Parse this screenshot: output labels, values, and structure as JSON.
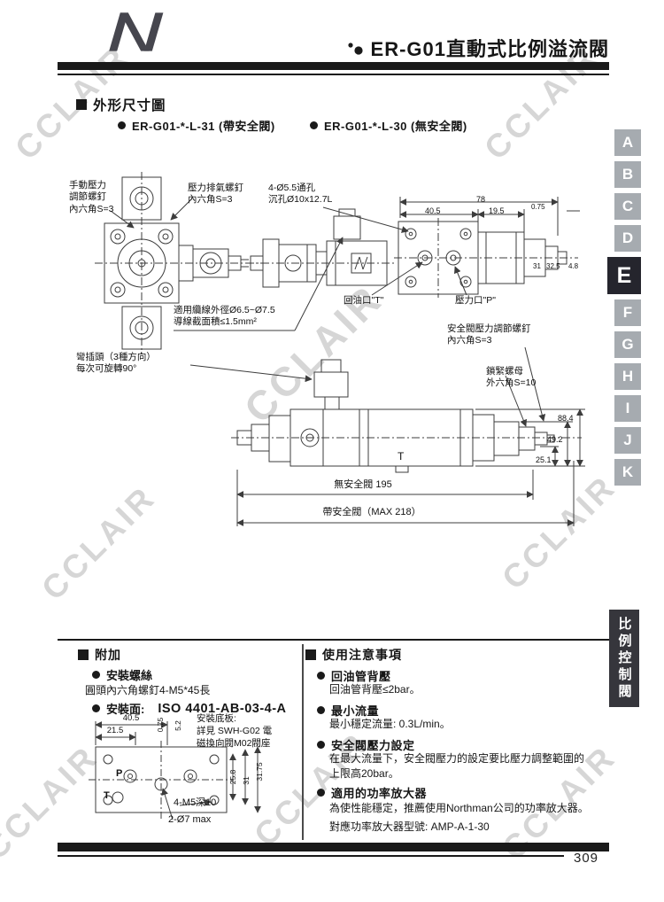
{
  "page": {
    "number": "309",
    "watermark": "CCLAIR"
  },
  "header": {
    "title": "ER-G01直動式比例溢流閥"
  },
  "outline": {
    "heading": "外形尺寸圖",
    "model_with_safety": "ER-G01-*-L-31 (帶安全閥)",
    "model_without_safety": "ER-G01-*-L-30 (無安全閥)"
  },
  "drawing": {
    "labels": {
      "manual_screw": "手動壓力\n調節螺釘\n內六角S=3",
      "vent_screw": "壓力排氣螺釘\n內六角S=3",
      "through_hole": "4-Ø5.5通孔\n沉孔Ø10x12.7L",
      "cable": "適用纜線外徑Ø6.5~Ø7.5\n導線截面積≤1.5mm²",
      "return_port": "回油口\"T\"",
      "pressure_port": "壓力口\"P\"",
      "bend_plug": "彎插頭（3種方向）\n每次可旋轉90°",
      "safety_screw": "安全閥壓力調節螺釘\n內六角S=3",
      "lock_nut": "鎖緊螺母\n外六角S=10",
      "t_mark": "T",
      "len_no_safety": "無安全閥  195",
      "len_with_safety": "帶安全閥（MAX  218）"
    },
    "dims": {
      "w78": "78",
      "w405": "40.5",
      "w195": "19.5",
      "w075": "0.75",
      "h31": "31",
      "h325": "32.5",
      "h48": "4.8",
      "h884": "88.4",
      "h492": "49.2",
      "h251": "25.1"
    }
  },
  "tabs": {
    "letters": [
      "A",
      "B",
      "C",
      "D",
      "E",
      "F",
      "G",
      "H",
      "I",
      "J",
      "K"
    ]
  },
  "side_label": "比例控制閥",
  "addon": {
    "heading": "附加",
    "screws_title": "安裝螺絲",
    "screws_text": "圓頭內六角螺釘4-M5*45長",
    "face_title": "安裝面:",
    "face_value": "ISO 4401-AB-03-4-A",
    "plate_note": "安裝底板:\n詳見 SWH-G02 電\n磁換向閥M02閥座",
    "dims": {
      "w405": "40.5",
      "w215": "21.5",
      "w075": "0.75",
      "w52": "5.2",
      "h258": "25.8",
      "h31": "31",
      "h3175": "31.75",
      "m5": "4-M5深10",
      "o7": "2-Ø7 max",
      "port_p": "P",
      "port_t": "T"
    }
  },
  "notes": {
    "heading": "使用注意事項",
    "items": [
      {
        "title": "回油管背壓",
        "text": "回油管背壓≤2bar。"
      },
      {
        "title": "最小流量",
        "text": "最小穩定流量: 0.3L/min。"
      },
      {
        "title": "安全閥壓力設定",
        "text": "在最大流量下，安全閥壓力的設定要比壓力調整範圍的\n上限高20bar。"
      },
      {
        "title": "適用的功率放大器",
        "text": "為使性能穩定，推薦使用Northman公司的功率放大器。\n對應功率放大器型號: AMP-A-1-30"
      }
    ]
  }
}
